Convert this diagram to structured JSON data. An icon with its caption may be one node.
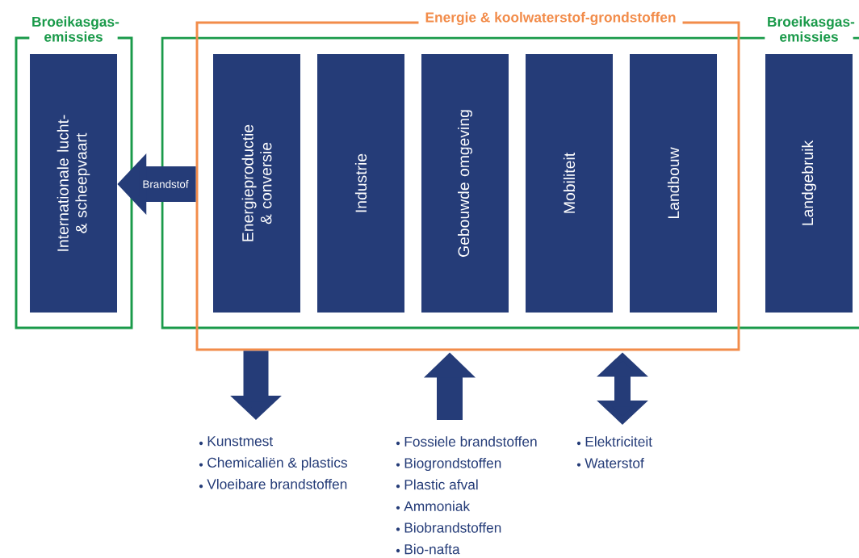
{
  "diagram": {
    "nodes": [
      {
        "text": [
          "Broeikasgas- emissies"
        ]
      },
      {
        "text": [
          "Internationale lucht- & scheepvaart"
        ],
        "in": 0
      },
      {
        "text": [
          "Broeikasgas- emissies"
        ]
      },
      {
        "text": [
          "Energie & koolwaterstof-grondstoffen"
        ]
      },
      {
        "text": [
          "Energieproductie & conversie"
        ],
        "in": 3
      },
      {
        "text": [
          "Industrie"
        ],
        "in": 3
      },
      {
        "text": [
          "Gebouwde omgeving"
        ],
        "in": 3
      },
      {
        "text": [
          "Mobiliteit"
        ],
        "in": 3
      },
      {
        "text": [
          "Landbouw"
        ],
        "in": 3
      },
      {
        "text": [
          "Landgebruik"
        ],
        "in": 2
      },
      {
        "text": [
          "Kunstmest",
          "Chemicaliën & plastics",
          "Vloeibare brandstoffen"
        ]
      },
      {
        "text": [
          "Fossiele brandstoffen",
          "Biogrondstoffen",
          "Plastic afval",
          "Ammoniak",
          "Biobrandstoffen",
          "Bio-nafta"
        ]
      },
      {
        "text": [
          "Elektriciteit",
          "Waterstof"
        ]
      }
    ],
    "edges": [
      {
        "from": 3,
        "to": 1,
        "arrow": "to",
        "label": "Brandstof"
      },
      {
        "from": 3,
        "to": 10,
        "arrow": "to"
      },
      {
        "from": 11,
        "to": 3,
        "arrow": "to"
      },
      {
        "from": 3,
        "to": 12,
        "arrow": "both"
      }
    ]
  }
}
